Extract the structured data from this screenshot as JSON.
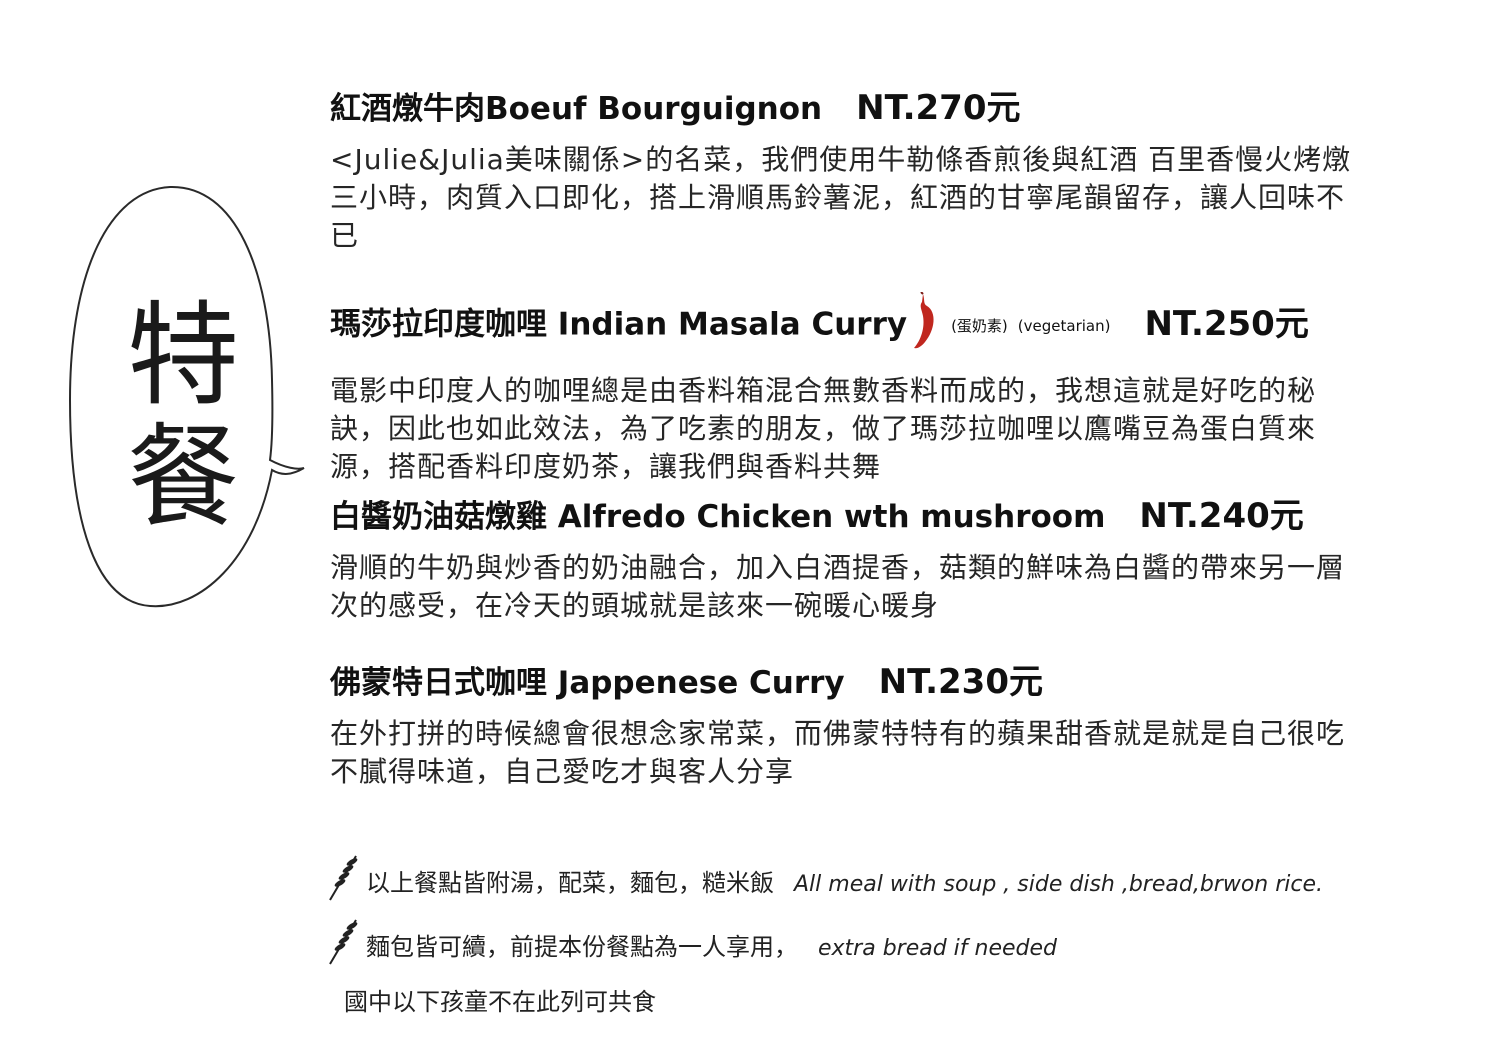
{
  "bubble": {
    "line1": "特",
    "line2": "餐"
  },
  "items": [
    {
      "title": "紅酒燉牛肉Boeuf Bourguignon",
      "price": "NT.270元",
      "desc": "<Julie&Julia美味關係>的名菜，我們使用牛勒條香煎後與紅酒 百里香慢火烤燉三小時，肉質入口即化，搭上滑順馬鈴薯泥，紅酒的甘寧尾韻留存，讓人回味不已"
    },
    {
      "title": "瑪莎拉印度咖哩 Indian Masala Curry",
      "veg_zh": "(蛋奶素)",
      "veg_en": "(vegetarian)",
      "price": "NT.250元",
      "desc": "電影中印度人的咖哩總是由香料箱混合無數香料而成的，我想這就是好吃的秘訣，因此也如此效法，為了吃素的朋友，做了瑪莎拉咖哩以鷹嘴豆為蛋白質來源，搭配香料印度奶茶，讓我們與香料共舞"
    },
    {
      "title": "白醬奶油菇燉雞 Alfredo Chicken wth mushroom",
      "price": "NT.240元",
      "desc": "滑順的牛奶與炒香的奶油融合，加入白酒提香，菇類的鮮味為白醬的帶來另一層次的感受，在冷天的頭城就是該來一碗暖心暖身"
    },
    {
      "title": "佛蒙特日式咖哩 Jappenese Curry",
      "price": "NT.230元",
      "desc": "在外打拼的時候總會很想念家常菜，而佛蒙特特有的蘋果甜香就是就是自己很吃不膩得味道，自己愛吃才與客人分享"
    }
  ],
  "notes": {
    "line1_zh": "以上餐點皆附湯，配菜，麵包，糙米飯",
    "line1_en": "All meal with soup , side dish ,bread,brwon rice.",
    "line2_zh": "麵包皆可續，前提本份餐點為一人享用，",
    "line2_en": "extra bread  if needed",
    "line3_zh": "國中以下孩童不在此列可共食"
  },
  "colors": {
    "chili": "#c0271f",
    "text": "#1f1f1f"
  },
  "icons": {
    "spicy": "chili-pepper-icon",
    "bullet": "wheat-icon"
  }
}
